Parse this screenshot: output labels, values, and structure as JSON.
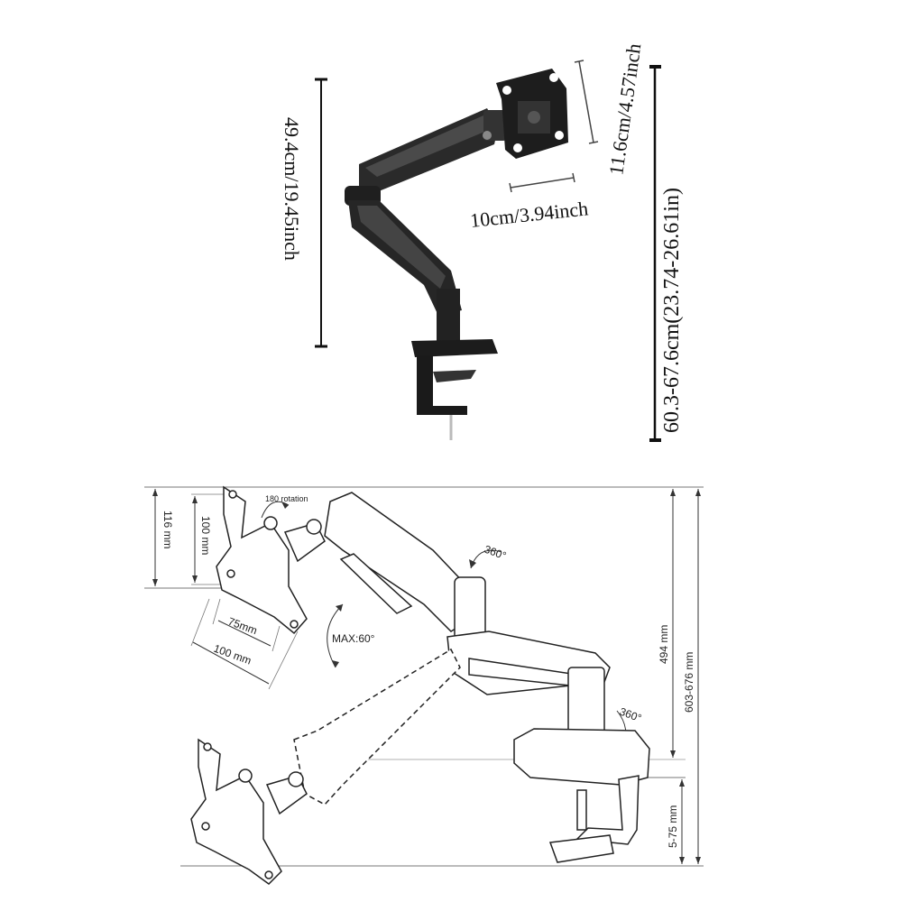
{
  "top_view": {
    "height_label": "49.4cm/19.45inch",
    "vesa_height_label": "11.6cm/4.57inch",
    "vesa_width_label": "10cm/3.94inch",
    "total_height_label": "60.3-67.6cm(23.74-26.61in)"
  },
  "line_drawing": {
    "rotation_label": "180 rotation",
    "label_116": "116 mm",
    "label_100_vertical": "100 mm",
    "label_75": "75mm",
    "label_100_horizontal": "100 mm",
    "max_tilt_label": "MAX:60°",
    "rotation_360_top": "360°",
    "rotation_360_base": "360°",
    "height_494": "494 mm",
    "height_range": "603-676 mm",
    "clamp_range": "5-75 mm"
  }
}
